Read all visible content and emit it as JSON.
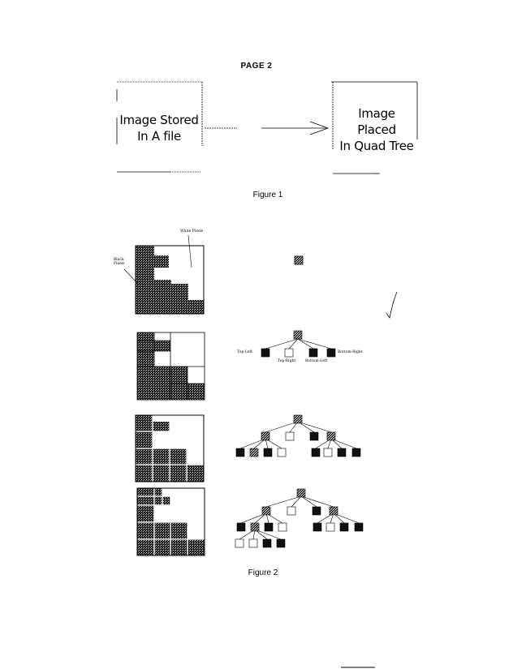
{
  "header": {
    "page_label": "PAGE  2"
  },
  "figure1": {
    "left_box_line1": "Image Stored",
    "left_box_line2": "In A file",
    "right_box_line1": "Image",
    "right_box_line2": "Placed",
    "right_box_line3": "In Quad Tree",
    "caption": "Figure  1"
  },
  "figure2": {
    "annot_white_pixels": "White Pixels",
    "annot_black_pixels": "Black Pixels",
    "label_top_left": "Top-Left",
    "label_top_right": "Top-Right",
    "label_bottom_left": "Bottom-Left",
    "label_bottom_right": "Bottom-Right",
    "caption": "Figure  2"
  }
}
